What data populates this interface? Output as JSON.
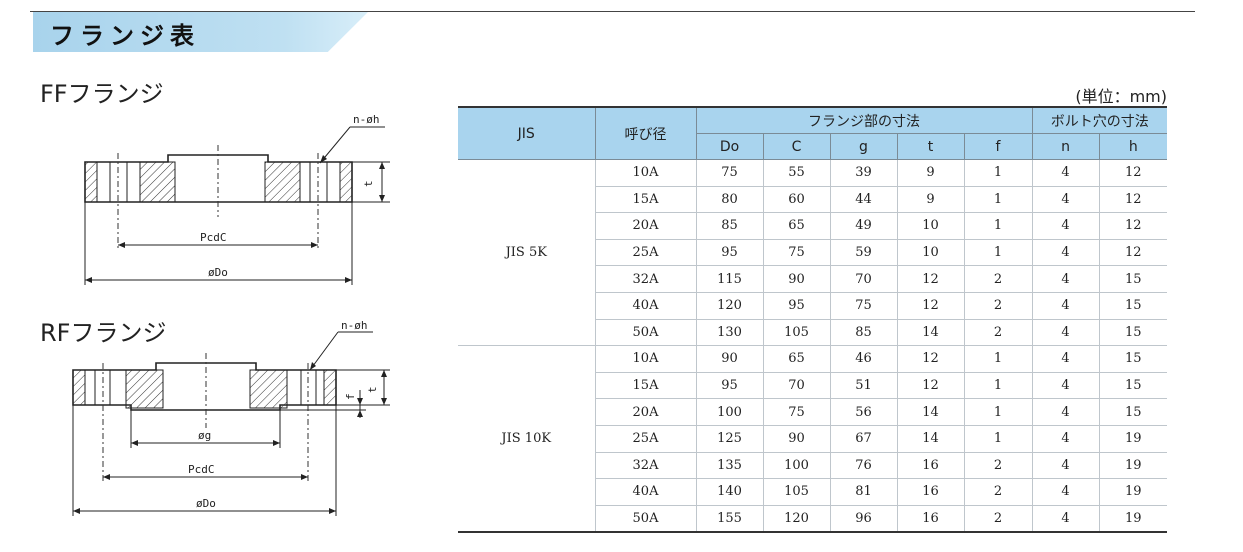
{
  "header": {
    "title": "フランジ表"
  },
  "ff": {
    "title": "FFフランジ",
    "label_nh": "n-øh",
    "label_pcd": "PcdC",
    "label_do": "øDo",
    "label_t": "t"
  },
  "rf": {
    "title": "RFフランジ",
    "label_nh": "n-øh",
    "label_g": "øg",
    "label_pcd": "PcdC",
    "label_do": "øDo",
    "label_f": "f",
    "label_t": "t"
  },
  "unit_note": "(単位：mm)",
  "table": {
    "col_jis": "JIS",
    "col_nominal": "呼び径",
    "group_flange": "フランジ部の寸法",
    "group_bolt": "ボルト穴の寸法",
    "sub_headers": [
      "Do",
      "C",
      "g",
      "t",
      "f",
      "n",
      "h"
    ],
    "groups": [
      {
        "name": "JIS 5K",
        "rows": [
          [
            "10A",
            "75",
            "55",
            "39",
            "9",
            "1",
            "4",
            "12"
          ],
          [
            "15A",
            "80",
            "60",
            "44",
            "9",
            "1",
            "4",
            "12"
          ],
          [
            "20A",
            "85",
            "65",
            "49",
            "10",
            "1",
            "4",
            "12"
          ],
          [
            "25A",
            "95",
            "75",
            "59",
            "10",
            "1",
            "4",
            "12"
          ],
          [
            "32A",
            "115",
            "90",
            "70",
            "12",
            "2",
            "4",
            "15"
          ],
          [
            "40A",
            "120",
            "95",
            "75",
            "12",
            "2",
            "4",
            "15"
          ],
          [
            "50A",
            "130",
            "105",
            "85",
            "14",
            "2",
            "4",
            "15"
          ]
        ]
      },
      {
        "name": "JIS 10K",
        "rows": [
          [
            "10A",
            "90",
            "65",
            "46",
            "12",
            "1",
            "4",
            "15"
          ],
          [
            "15A",
            "95",
            "70",
            "51",
            "12",
            "1",
            "4",
            "15"
          ],
          [
            "20A",
            "100",
            "75",
            "56",
            "14",
            "1",
            "4",
            "15"
          ],
          [
            "25A",
            "125",
            "90",
            "67",
            "14",
            "1",
            "4",
            "19"
          ],
          [
            "32A",
            "135",
            "100",
            "76",
            "16",
            "2",
            "4",
            "19"
          ],
          [
            "40A",
            "140",
            "105",
            "81",
            "16",
            "2",
            "4",
            "19"
          ],
          [
            "50A",
            "155",
            "120",
            "96",
            "16",
            "2",
            "4",
            "19"
          ]
        ]
      }
    ]
  }
}
